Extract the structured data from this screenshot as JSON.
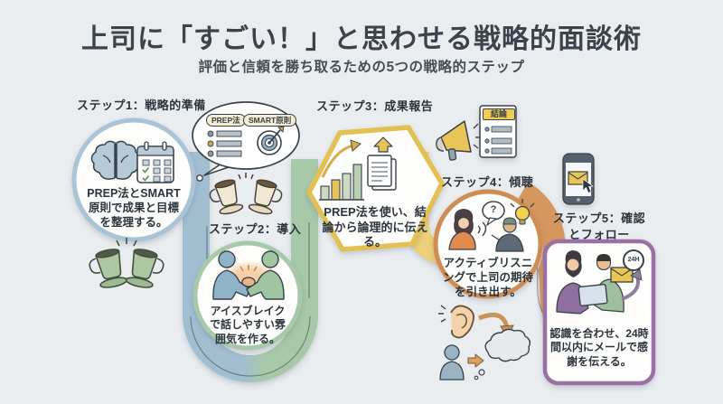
{
  "header": {
    "title": "上司に「すごい！」と思わせる戦略的面談術",
    "subtitle": "評価と信頼を勝ち取るための5つの戦略的ステップ"
  },
  "steps": [
    {
      "id": 1,
      "label": "ステップ1：戦略的準備",
      "text": "PREP法とSMART原則で成果と目標を整理する。",
      "shape": "circle",
      "accent_color": "#a9c4d6",
      "icons": [
        "brain-icon",
        "calendar-icon"
      ]
    },
    {
      "id": 2,
      "label": "ステップ2：導入",
      "text": "アイスブレイクで話しやすい雰囲気を作る。",
      "shape": "circle",
      "accent_color": "#a7c9a9",
      "icons": [
        "handshake-icon"
      ]
    },
    {
      "id": 3,
      "label": "ステップ3：成果報告",
      "text": "PREP法を使い、結論から論理的に伝える。",
      "shape": "hexagon",
      "accent_color": "#e3c052",
      "icons": [
        "growth-chart-icon",
        "report-documents-icon"
      ]
    },
    {
      "id": 4,
      "label": "ステップ4：傾聴",
      "text": "アクティブリスニングで上司の期待を引き出す。",
      "shape": "circle",
      "accent_color": "#cf8c52",
      "icons": [
        "conversation-icon",
        "lightbulb-icon"
      ]
    },
    {
      "id": 5,
      "label": "ステップ5：確認とフォロー",
      "text": "認識を合わせ、24時間以内にメールで感謝を伝える。",
      "shape": "rounded-square",
      "accent_color": "#9a6fa5",
      "icons": [
        "tablet-review-icon",
        "mail-icon",
        "clock-24h-icon"
      ]
    }
  ],
  "thought_bubble": {
    "badges": [
      "PREP法",
      "SMART原則"
    ]
  },
  "conclusion_card": {
    "header": "結論"
  },
  "speech_bubble": {
    "question_mark": "?"
  },
  "followup": {
    "badge_24h": "24H"
  },
  "palette": {
    "background": "#e9edef",
    "ribbon_blue": "#a2bed1",
    "ribbon_green": "#a7c8a9",
    "ribbon_yellow": "#edd07a",
    "ribbon_orange": "#d6975e",
    "outline": "#3a4249",
    "text": "#2c353d"
  }
}
